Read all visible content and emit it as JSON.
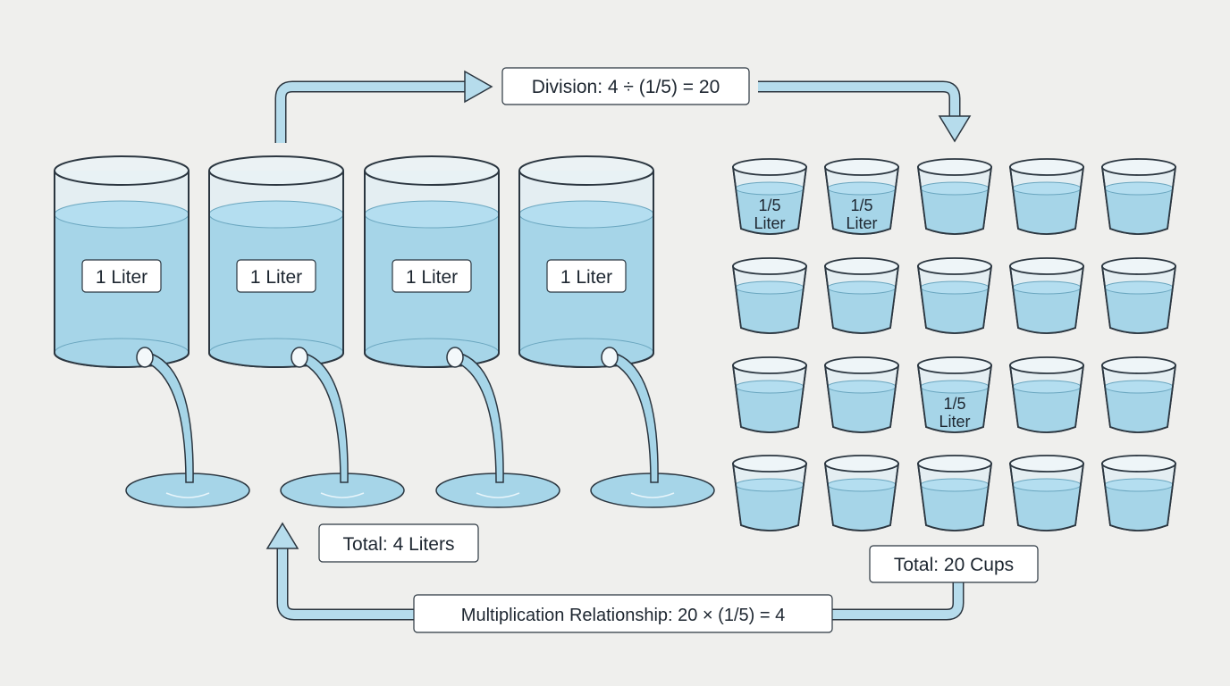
{
  "division_label": "Division: 4 ÷ (1/5) = 20",
  "total_liters_label": "Total: 4 Liters",
  "total_cups_label": "Total: 20 Cups",
  "multiplication_label": "Multiplication Relationship: 20 × (1/5) = 4",
  "containers": [
    {
      "label": "1 Liter"
    },
    {
      "label": "1 Liter"
    },
    {
      "label": "1 Liter"
    },
    {
      "label": "1 Liter"
    }
  ],
  "cup_label_line1": "1/5",
  "cup_label_line2": "Liter",
  "labeled_cups": [
    0,
    1,
    12
  ],
  "cup_count": 20,
  "colors": {
    "water": "#a6d5e8",
    "water_dark": "#8fc7de",
    "outline": "#2b3640",
    "arrow": "#b6dcec",
    "background": "#efefed"
  }
}
